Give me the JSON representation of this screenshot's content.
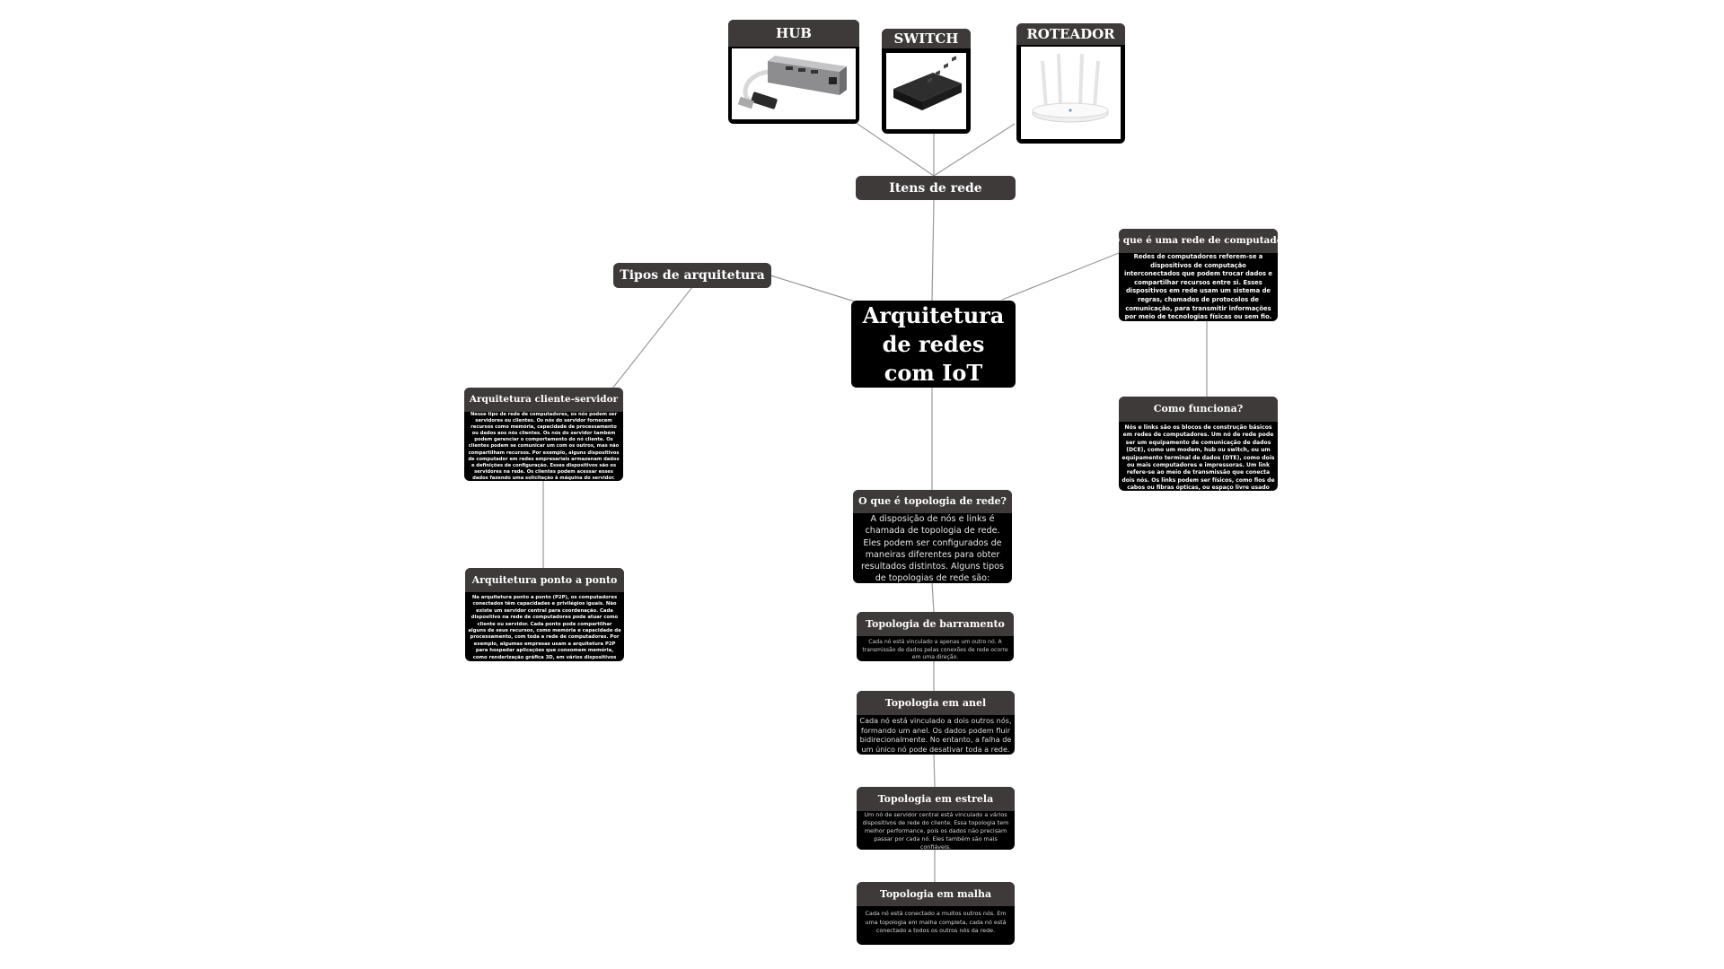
{
  "central": "Arquitetura de redes com IoT",
  "network_items": {
    "title": "Itens de rede",
    "hub": {
      "label": "HUB",
      "icon": "usb-ethernet-hub-icon"
    },
    "switch": {
      "label": "SWITCH",
      "icon": "network-switch-icon"
    },
    "router": {
      "label": "ROTEADOR",
      "icon": "wireless-router-icon"
    }
  },
  "architecture": {
    "title": "Tipos de arquitetura",
    "client_server": {
      "title": "Arquitetura cliente-servidor",
      "text": "Nesse tipo de rede de computadores, os nós podem ser servidores ou clientes. Os nós do servidor fornecem recursos como memória, capacidade de processamento ou dados aos nós clientes. Os nós do servidor também podem gerenciar o comportamento do nó cliente. Os clientes podem se comunicar um com os outros, mas não compartilham recursos. Por exemplo, alguns dispositivos de computador em redes empresariais armazenam dados e definições de configuração. Esses dispositivos são os servidores na rede. Os clientes podem acessar esses dados fazendo uma solicitação à máquina do servidor."
    },
    "p2p": {
      "title": "Arquitetura ponto a ponto",
      "text": "Na arquitetura ponto a ponto (P2P), os computadores conectados têm capacidades e privilégios iguais. Não existe um servidor central para coordenação. Cada dispositivo na rede de computadores pode atuar como cliente ou servidor. Cada ponto pode compartilhar alguns de seus recursos, como memória e capacidade de processamento, com toda a rede de computadores. Por exemplo, algumas empresas usam a arquitetura P2P para hospedar aplicações que consomem memória, como renderização gráfica 3D, em vários dispositivos digitais."
    }
  },
  "network_def": {
    "title": "O que é uma rede de computadores?",
    "text": "Redes de computadores referem-se a dispositivos de computação interconectados que podem trocar dados e compartilhar recursos entre si. Esses dispositivos em rede usam um sistema de regras, chamados de protocolos de comunicação, para transmitir informações por meio de tecnologias físicas ou sem fio."
  },
  "how_it_works": {
    "title": "Como funciona?",
    "text": "Nós e links são os blocos de construção básicos em redes de computadores. Um nó de rede pode ser um equipamento de comunicação de dados (DCE), como um modem, hub ou switch, ou um equipamento terminal de dados (DTE), como dois ou mais computadores e impressoras. Um link refere-se ao meio de transmissão que conecta dois nós. Os links podem ser físicos, como fios de cabos ou fibras ópticas, ou espaço livre usado por redes sem fio."
  },
  "topology": {
    "title": "O que é topologia de rede?",
    "text": "A disposição de nós e links é chamada de topologia de rede. Eles podem ser configurados de maneiras diferentes para obter resultados distintos. Alguns tipos de topologias de rede são:",
    "bus": {
      "title": "Topologia de barramento",
      "text": "Cada nó está vinculado a apenas um outro nó. A transmissão de dados pelas conexões de rede ocorre em uma direção."
    },
    "ring": {
      "title": "Topologia em anel",
      "text": "Cada nó está vinculado a dois outros nós, formando um anel. Os dados podem fluir bidirecionalmente. No entanto, a falha de um único nó pode desativar toda a rede."
    },
    "star": {
      "title": "Topologia em estrela",
      "text": "Um nó de servidor central está vinculado a vários dispositivos de rede do cliente. Essa topologia tem melhor performance, pois os dados não precisam passar por cada nó. Eles também são mais confiáveis."
    },
    "mesh": {
      "title": "Topologia em malha",
      "text": "Cada nó está conectado a muitos outros nós. Em uma topologia em malha completa, cada nó está conectado a todos os outros nós da rede."
    }
  }
}
